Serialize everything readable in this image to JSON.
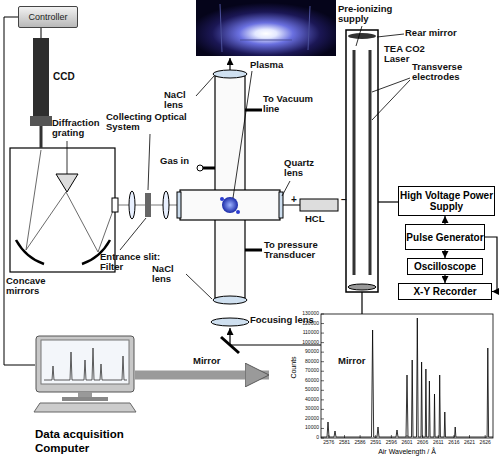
{
  "diagram": {
    "nodes": [
      {
        "text": [
          "Controller"
        ]
      },
      {
        "text": [
          "High Voltage Power Supply"
        ]
      },
      {
        "text": [
          "Pulse Generator"
        ]
      },
      {
        "text": [
          "Oscilloscope"
        ]
      },
      {
        "text": [
          "X-Y Recorder"
        ]
      },
      {
        "text": [
          "Data acquisition Computer"
        ]
      },
      {
        "text": [
          "Counts",
          "Air Wavelength / Å"
        ]
      }
    ],
    "edges": [
      {
        "from": 0,
        "to": 5,
        "arrow": "none"
      },
      {
        "from": 2,
        "to": 1,
        "arrow": "to"
      },
      {
        "from": 2,
        "to": 3,
        "arrow": "to"
      },
      {
        "from": 3,
        "to": 4,
        "arrow": "to"
      },
      {
        "from": 2,
        "to": 4,
        "arrow": "to"
      },
      {
        "from": 5,
        "to": 6,
        "arrow": "to"
      }
    ],
    "labels": [
      "Diffraction grating",
      "CCD",
      "Collecting Optical System",
      "Entrance slit: Filter",
      "Concave mirrors",
      "NaCl lens",
      "Plasma",
      "Gas in",
      "To Vacuum line",
      "Quartz lens",
      "HCL",
      "+",
      "−",
      "To pressure Transducer",
      "NaCl lens",
      "Focusing lens",
      "Mirror",
      "Mirror",
      "Pre-ionizing supply",
      "Rear mirror",
      "TEA CO2 Laser",
      "Transverse electrodes",
      "0",
      "10000",
      "20000",
      "30000",
      "40000",
      "50000",
      "60000",
      "70000",
      "80000",
      "90000",
      "100000",
      "110000",
      "120000",
      "130000",
      "2576",
      "2581",
      "2586",
      "2591",
      "2596",
      "2601",
      "2606",
      "2611",
      "2616",
      "2621",
      "2626"
    ]
  }
}
